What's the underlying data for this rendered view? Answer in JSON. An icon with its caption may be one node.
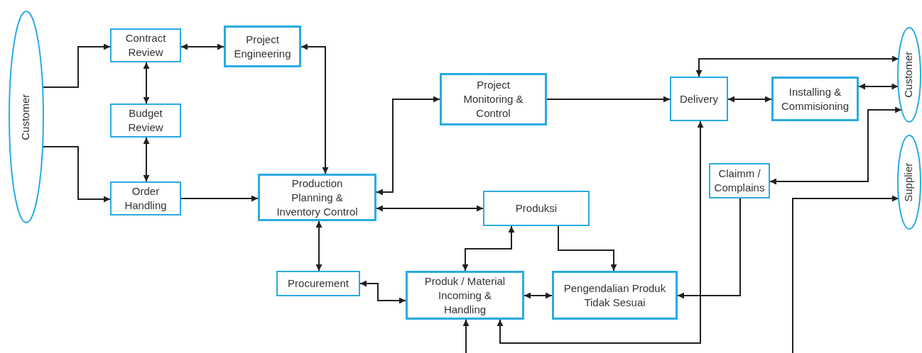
{
  "diagram": {
    "nodes": [
      {
        "text": [
          "Customer"
        ]
      },
      {
        "text": [
          "Contract Review"
        ]
      },
      {
        "text": [
          "Project Engineering"
        ]
      },
      {
        "text": [
          "Budget Review"
        ]
      },
      {
        "text": [
          "Order Handling"
        ]
      },
      {
        "text": [
          "Production Planning & Inventory Control"
        ]
      },
      {
        "text": [
          "Project Monitoring & Control"
        ]
      },
      {
        "text": [
          "Produksi"
        ]
      },
      {
        "text": [
          "Procurement"
        ]
      },
      {
        "text": [
          "Produk / Material Incoming & Handling"
        ]
      },
      {
        "text": [
          "Pengendalian Produk Tidak Sesuai"
        ]
      },
      {
        "text": [
          "Delivery"
        ]
      },
      {
        "text": [
          "Installing & Commisioning"
        ]
      },
      {
        "text": [
          "Claimm / Complains"
        ]
      },
      {
        "text": [
          "Customer"
        ]
      },
      {
        "text": [
          "Supplier"
        ]
      }
    ],
    "edges": [
      {
        "from": 0,
        "to": 1,
        "arrow": "to"
      },
      {
        "from": 0,
        "to": 4,
        "arrow": "to"
      },
      {
        "from": 1,
        "to": 2,
        "arrow": "both"
      },
      {
        "from": 1,
        "to": 3,
        "arrow": "both"
      },
      {
        "from": 3,
        "to": 4,
        "arrow": "both"
      },
      {
        "from": 4,
        "to": 5,
        "arrow": "to"
      },
      {
        "from": 2,
        "to": 5,
        "arrow": "both"
      },
      {
        "from": 5,
        "to": 6,
        "arrow": "both"
      },
      {
        "from": 5,
        "to": 7,
        "arrow": "both"
      },
      {
        "from": 5,
        "to": 8,
        "arrow": "both"
      },
      {
        "from": 6,
        "to": 11,
        "arrow": "to"
      },
      {
        "from": 11,
        "to": 12,
        "arrow": "both"
      },
      {
        "from": 12,
        "to": 14,
        "arrow": "both"
      },
      {
        "from": 14,
        "to": 11,
        "arrow": "both"
      },
      {
        "from": 14,
        "to": 13,
        "arrow": "both"
      },
      {
        "from": 13,
        "to": 10,
        "arrow": "to"
      },
      {
        "from": 7,
        "to": 10,
        "arrow": "to"
      },
      {
        "from": 7,
        "to": 9,
        "arrow": "both"
      },
      {
        "from": 8,
        "to": 9,
        "arrow": "both"
      },
      {
        "from": 9,
        "to": 10,
        "arrow": "both"
      },
      {
        "from": null,
        "to": 9,
        "arrow": "to"
      },
      {
        "from": 11,
        "to": 9,
        "arrow": "both"
      },
      {
        "from": null,
        "to": 15,
        "arrow": "to"
      }
    ]
  }
}
